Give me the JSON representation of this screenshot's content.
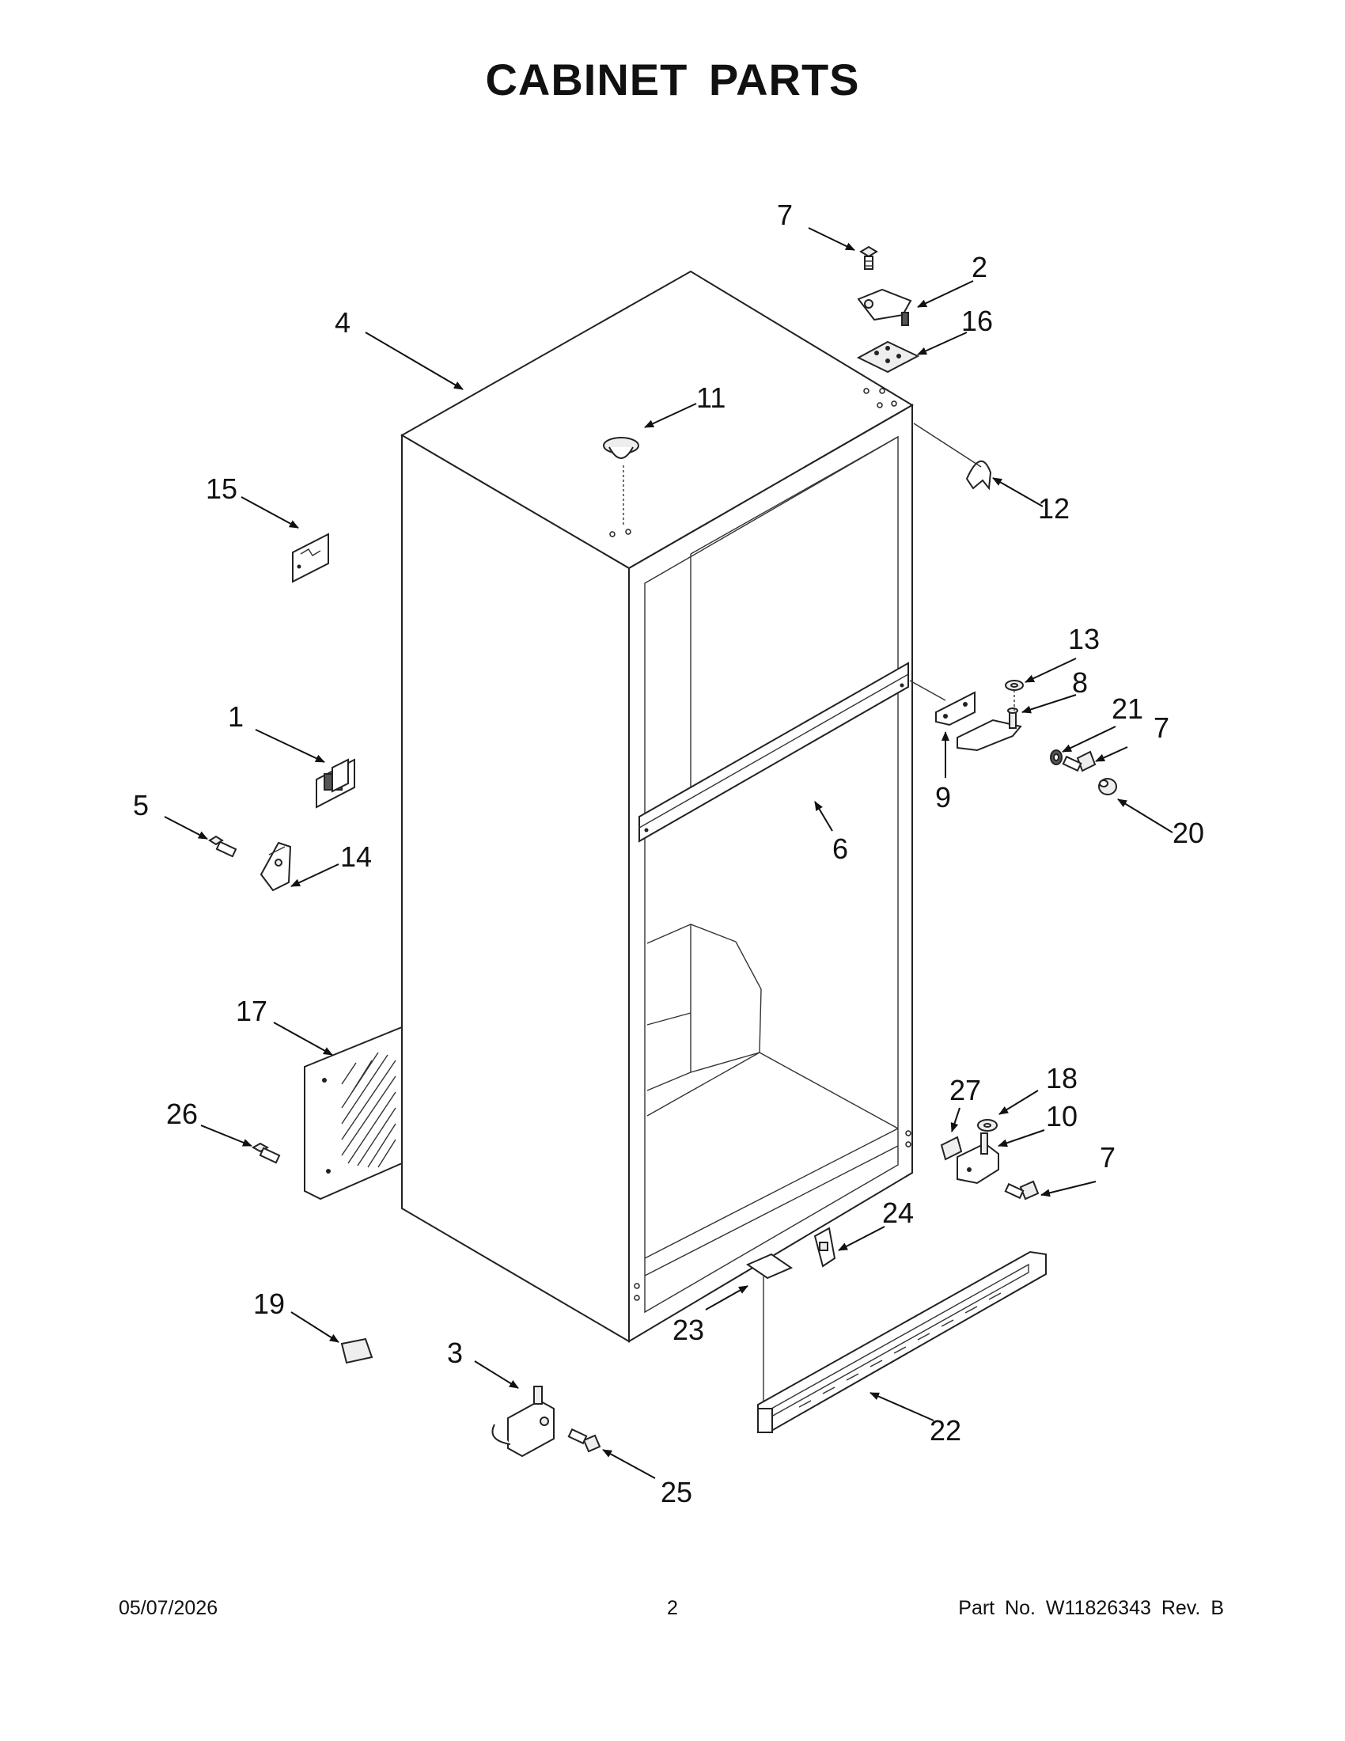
{
  "page": {
    "title": "CABINET PARTS"
  },
  "footer": {
    "date": "05/07/2026",
    "page_number": "2",
    "part_number": "Part No.  W11826343  Rev.  B"
  },
  "callouts": [
    {
      "id": "c7a",
      "label": "7"
    },
    {
      "id": "c2",
      "label": "2"
    },
    {
      "id": "c16",
      "label": "16"
    },
    {
      "id": "c4",
      "label": "4"
    },
    {
      "id": "c11",
      "label": "11"
    },
    {
      "id": "c12",
      "label": "12"
    },
    {
      "id": "c15",
      "label": "15"
    },
    {
      "id": "c13",
      "label": "13"
    },
    {
      "id": "c8",
      "label": "8"
    },
    {
      "id": "c21",
      "label": "21"
    },
    {
      "id": "c7b",
      "label": "7"
    },
    {
      "id": "c1",
      "label": "1"
    },
    {
      "id": "c9",
      "label": "9"
    },
    {
      "id": "c20",
      "label": "20"
    },
    {
      "id": "c6",
      "label": "6"
    },
    {
      "id": "c5",
      "label": "5"
    },
    {
      "id": "c14",
      "label": "14"
    },
    {
      "id": "c17",
      "label": "17"
    },
    {
      "id": "c27",
      "label": "27"
    },
    {
      "id": "c18",
      "label": "18"
    },
    {
      "id": "c10",
      "label": "10"
    },
    {
      "id": "c26",
      "label": "26"
    },
    {
      "id": "c7c",
      "label": "7"
    },
    {
      "id": "c24",
      "label": "24"
    },
    {
      "id": "c19",
      "label": "19"
    },
    {
      "id": "c23",
      "label": "23"
    },
    {
      "id": "c3",
      "label": "3"
    },
    {
      "id": "c22",
      "label": "22"
    },
    {
      "id": "c25",
      "label": "25"
    }
  ]
}
